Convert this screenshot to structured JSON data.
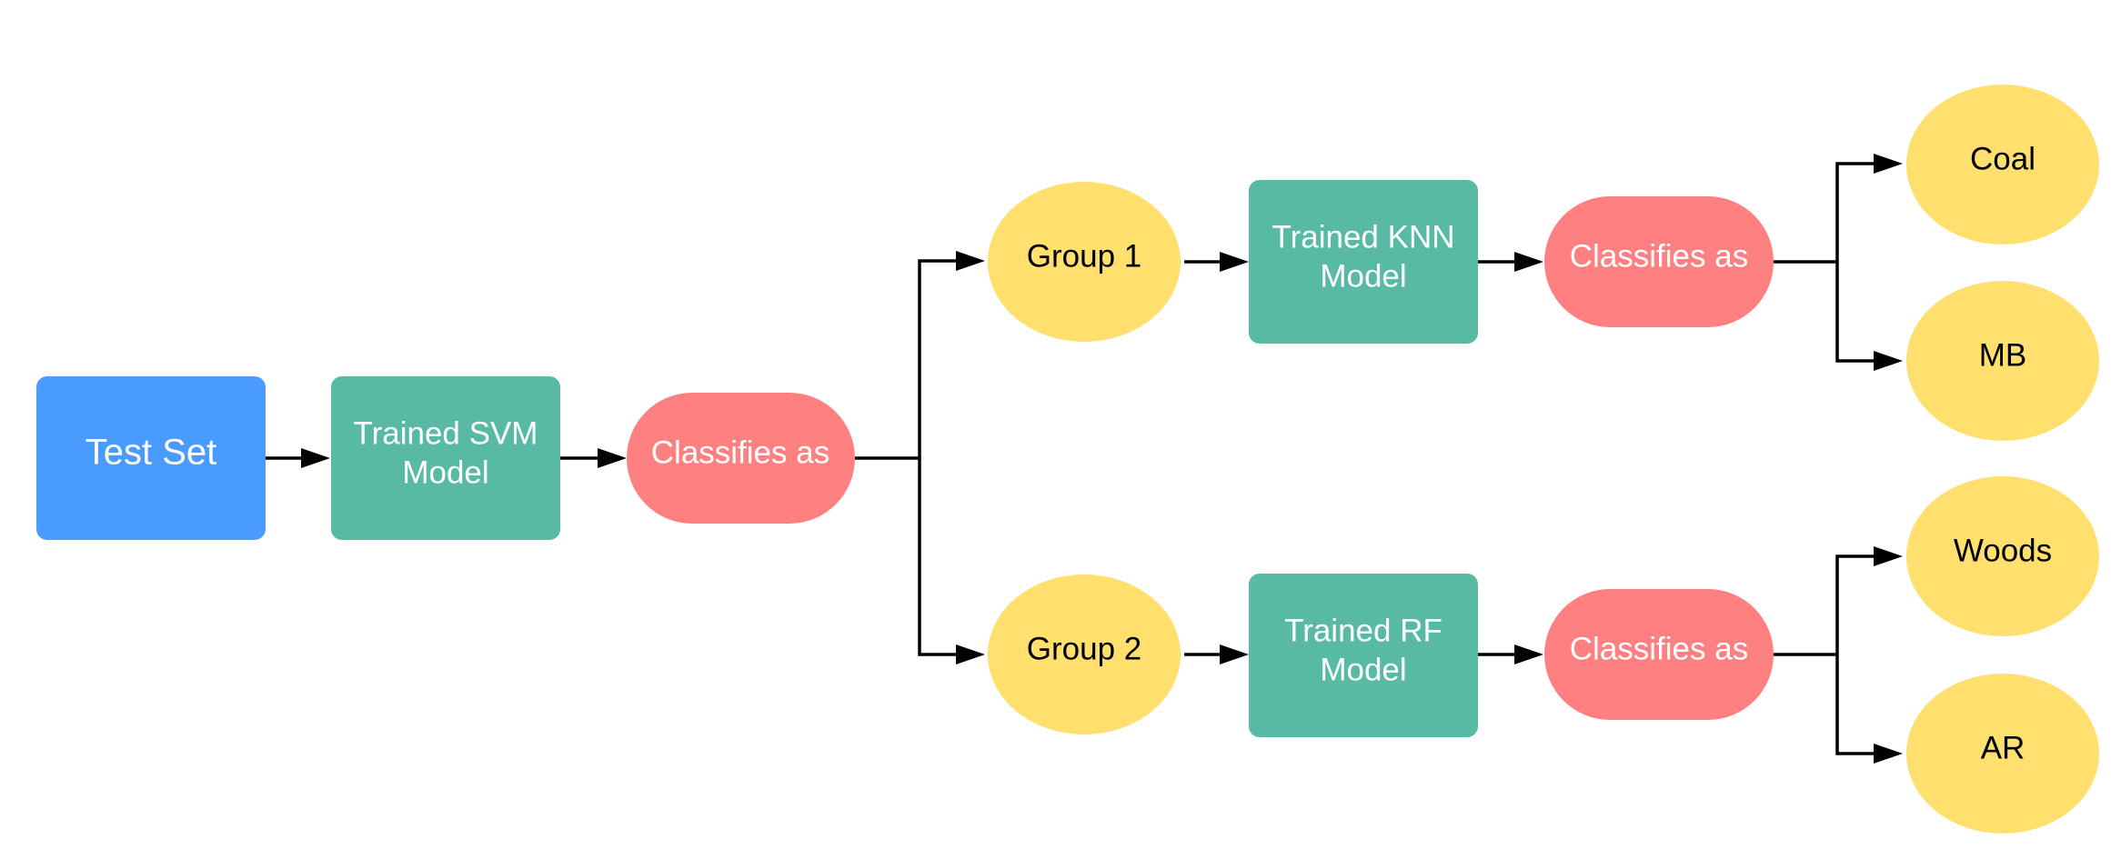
{
  "colors": {
    "blue": "#4A9BFF",
    "teal": "#58B9A5",
    "red": "#FF8080",
    "yellow": "#FFDF6E",
    "line": "#000000"
  },
  "nodes": {
    "test_set": "Test Set",
    "svm_line1": "Trained SVM",
    "svm_line2": "Model",
    "classifies_main": "Classifies as",
    "group1": "Group 1",
    "group2": "Group 2",
    "knn_line1": "Trained KNN",
    "knn_line2": "Model",
    "rf_line1": "Trained RF",
    "rf_line2": "Model",
    "classifies_group1": "Classifies as",
    "classifies_group2": "Classifies as",
    "coal": "Coal",
    "mb": "MB",
    "woods": "Woods",
    "ar": "AR"
  }
}
